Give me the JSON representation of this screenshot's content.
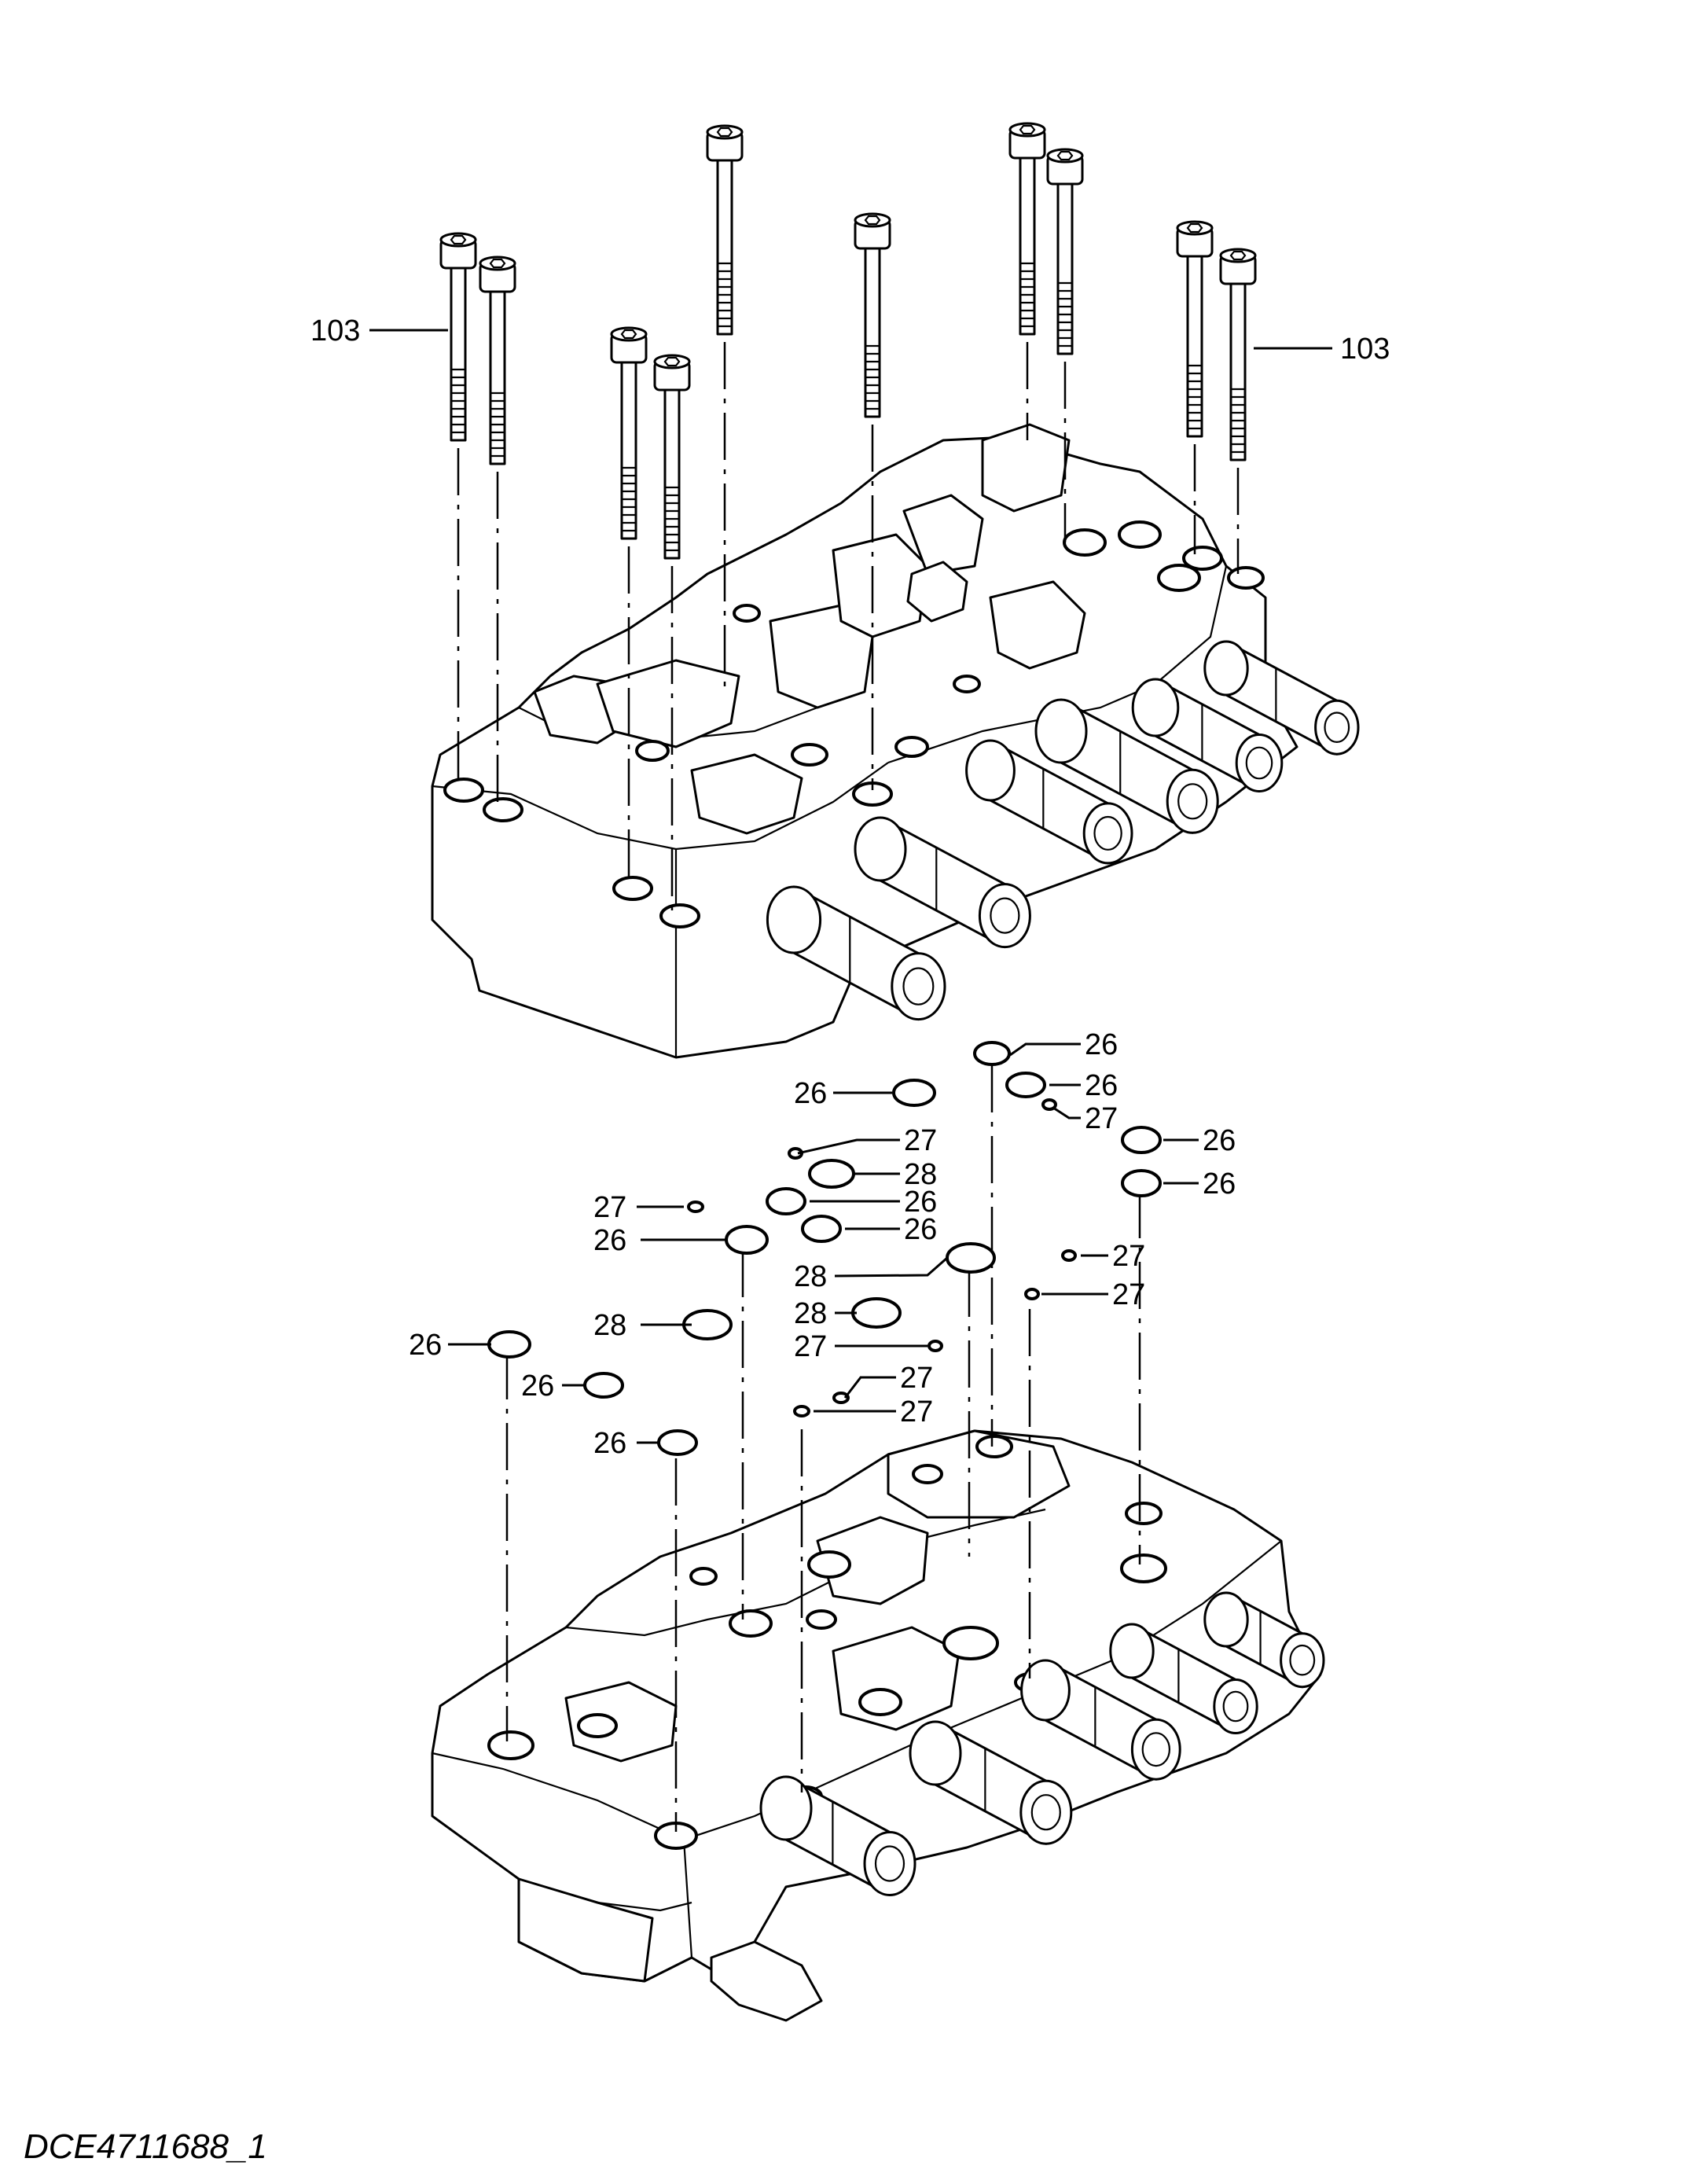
{
  "caption": "DCE4711688_1",
  "callouts": {
    "bolts_left": "103",
    "bolts_right": "103",
    "c1": "26",
    "c2": "26",
    "c3": "27",
    "c4": "26",
    "c5": "26",
    "c6": "27",
    "c7": "28",
    "c8": "26",
    "c9": "27",
    "c10": "26",
    "c11": "26",
    "c12": "28",
    "c13": "27",
    "c14": "27",
    "c15": "28",
    "c16": "28",
    "c17": "26",
    "c18": "27",
    "c19": "26",
    "c20": "27",
    "c21": "27",
    "c22": "26"
  }
}
